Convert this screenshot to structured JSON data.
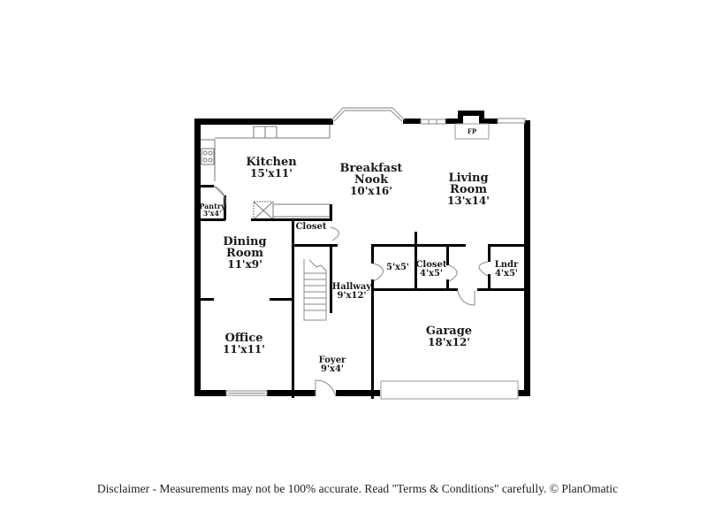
{
  "floorplan": {
    "rooms": [
      {
        "id": "kitchen",
        "name": "Kitchen",
        "dims": "15'x11'"
      },
      {
        "id": "breakfast-nook",
        "name": "Breakfast Nook",
        "name_lines": [
          "Breakfast",
          "Nook"
        ],
        "dims": "10'x16'"
      },
      {
        "id": "living-room",
        "name": "Living Room",
        "name_lines": [
          "Living",
          "Room"
        ],
        "dims": "13'x14'"
      },
      {
        "id": "pantry",
        "name": "Pantry",
        "dims": "3'x4'"
      },
      {
        "id": "closet-upper",
        "name": "Closet",
        "dims": ""
      },
      {
        "id": "dining-room",
        "name": "Dining Room",
        "name_lines": [
          "Dining",
          "Room"
        ],
        "dims": "11'x9'"
      },
      {
        "id": "storage",
        "name": "",
        "dims": "5'x5'"
      },
      {
        "id": "closet-lower",
        "name": "Closet",
        "dims": "4'x5'"
      },
      {
        "id": "laundry",
        "name": "Lndr",
        "dims": "4'x5'"
      },
      {
        "id": "hallway",
        "name": "Hallway",
        "dims": "9'x12'"
      },
      {
        "id": "office",
        "name": "Office",
        "dims": "11'x11'"
      },
      {
        "id": "garage",
        "name": "Garage",
        "dims": "18'x12'"
      },
      {
        "id": "foyer",
        "name": "Foyer",
        "dims": "9'x4'"
      }
    ],
    "fireplace_label": "FP"
  },
  "disclaimer": "Disclaimer - Measurements may not be 100% accurate. Read \"Terms & Conditions\" carefully. © PlanOmatic",
  "colors": {
    "wall": "#000000",
    "fixture": "#888888",
    "background": "#ffffff"
  }
}
